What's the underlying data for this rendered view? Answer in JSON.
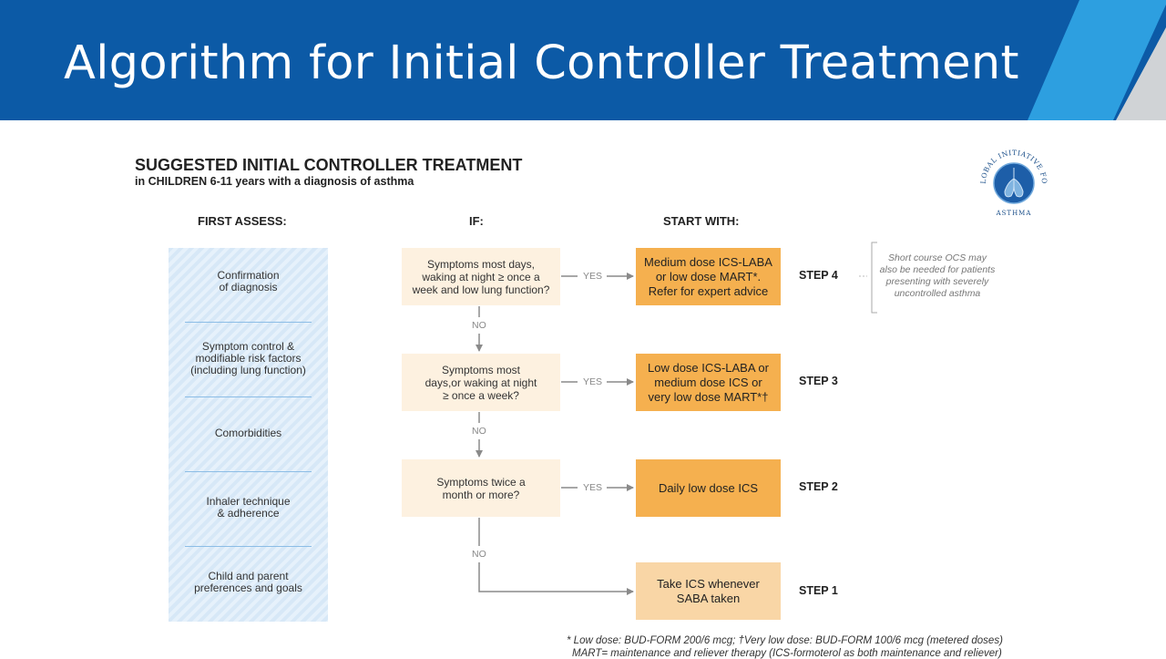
{
  "slide": {
    "title": "Algorithm for Initial Controller Treatment"
  },
  "colors": {
    "header_blue": "#0c5aa6",
    "accent_light_blue": "#2d9fe0",
    "accent_grey": "#d0d3d6",
    "box_dark": "#f5b04f",
    "box_light": "#f9d6a6",
    "if_box": "#fdf1e0"
  },
  "figure": {
    "title": "SUGGESTED INITIAL CONTROLLER TREATMENT",
    "subtitle": "in CHILDREN 6-11 years with a diagnosis of asthma",
    "col_first_assess": "FIRST ASSESS:",
    "col_if": "IF:",
    "col_start_with": "START WITH:",
    "assess_items": [
      [
        "Confirmation",
        "of diagnosis"
      ],
      [
        "Symptom control &",
        "modifiable risk factors",
        "(including lung function)"
      ],
      [
        "Comorbidities"
      ],
      [
        "Inhaler technique",
        "& adherence"
      ],
      [
        "Child and parent",
        "preferences and goals"
      ]
    ],
    "conditions": [
      [
        "Symptoms most days,",
        "waking at night ≥ once a",
        "week and low lung function?"
      ],
      [
        "Symptoms most",
        "days,or waking at night",
        "≥ once a week?"
      ],
      [
        "Symptoms twice a",
        "month or more?"
      ]
    ],
    "treatments": [
      [
        "Medium dose ICS-LABA",
        "or low dose MART*.",
        "Refer for expert advice"
      ],
      [
        "Low dose ICS-LABA or",
        "medium dose ICS or",
        "very low dose MART*†"
      ],
      [
        "Daily low dose ICS"
      ],
      [
        "Take ICS whenever",
        "SABA taken"
      ]
    ],
    "steps": [
      "STEP 4",
      "STEP 3",
      "STEP 2",
      "STEP 1"
    ],
    "yes_label": "YES",
    "no_label": "NO",
    "note": [
      "Short course OCS may",
      "also be needed for patients",
      "presenting with severely",
      "uncontrolled asthma"
    ],
    "footnote_1": "* Low dose: BUD-FORM 200/6 mcg; †Very low dose: BUD-FORM 100/6 mcg (metered doses)",
    "footnote_2": "MART= maintenance and reliever therapy (ICS-formoterol as both maintenance and reliever)",
    "logo_text": "GLOBAL INITIATIVE FOR ASTHMA"
  }
}
